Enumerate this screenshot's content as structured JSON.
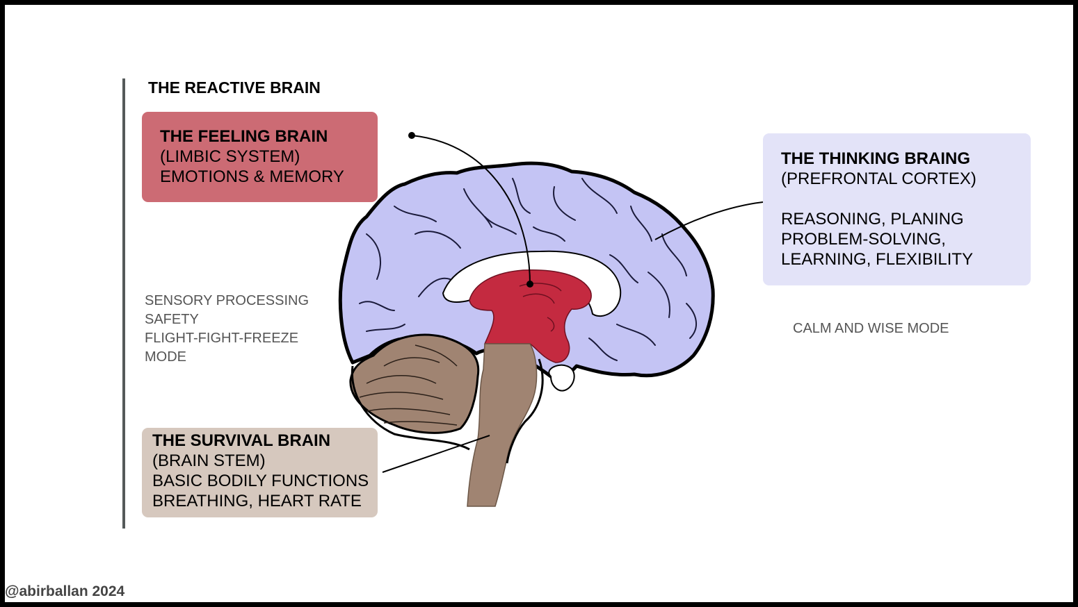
{
  "reactive": {
    "title": "THE REACTIVE BRAIN"
  },
  "feeling": {
    "title": "THE FEELING BRAIN",
    "line1": "(LIMBIC SYSTEM)",
    "line2": "EMOTIONS & MEMORY"
  },
  "thinking": {
    "title": "THE THINKING BRAING",
    "line1": "(PREFRONTAL CORTEX)",
    "line2": "REASONING, PLANING",
    "line3": "PROBLEM-SOLVING,",
    "line4": "LEARNING, FLEXIBILITY"
  },
  "survival": {
    "title": "THE SURVIVAL BRAIN",
    "line1": "(BRAIN STEM)",
    "line2": "BASIC BODILY FUNCTIONS",
    "line3": "BREATHING, HEART RATE"
  },
  "reactive_note": {
    "line1": "SENSORY PROCESSING",
    "line2": "SAFETY",
    "line3": "FLIGHT-FIGHT-FREEZE",
    "line4": "MODE"
  },
  "calm_note": "CALM AND WISE MODE",
  "credit": "@abirballan 2024",
  "colors": {
    "feeling": "#cc6b74",
    "thinking": "#e3e3f8",
    "survival": "#d6c8be",
    "cortex": "#c4c4f4",
    "limbic": "#c42a40",
    "stem": "#a08472"
  }
}
